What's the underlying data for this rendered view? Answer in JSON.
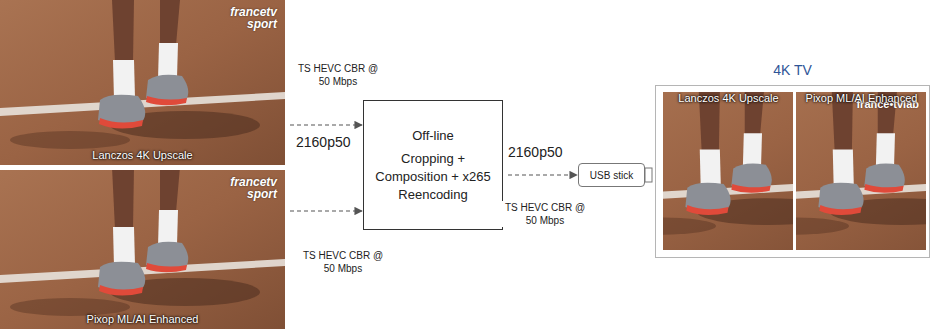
{
  "diagram": {
    "nodes": [
      {
        "text": [
          "francetv sport",
          "Lanczos 4K Upscale"
        ]
      },
      {
        "text": [
          "francetv sport",
          "Pixop ML/AI Enhanced"
        ]
      },
      {
        "text": [
          "Off-line",
          "Cropping + Composition + x265 Reencoding"
        ]
      },
      {
        "text": [
          "USB stick"
        ]
      },
      {
        "text": [
          "4K TV",
          "france•tvlab"
        ]
      },
      {
        "text": [
          "Lanczos 4K Upscale"
        ],
        "in": 4
      },
      {
        "text": [
          "Pixop ML/AI Enhanced"
        ],
        "in": 4
      }
    ],
    "edges": [
      {
        "from": 0,
        "to": 2,
        "arrow": "to",
        "label": "TS HEVC CBR @ 50 Mbps"
      },
      {
        "from": 1,
        "to": 2,
        "arrow": "to",
        "label": "TS HEVC CBR @ 50 Mbps"
      },
      {
        "from": 2,
        "to": 3,
        "arrow": "to",
        "label": "TS HEVC CBR @ 50 Mbps"
      }
    ],
    "labels": [
      "2160p50",
      "2160p50"
    ]
  }
}
